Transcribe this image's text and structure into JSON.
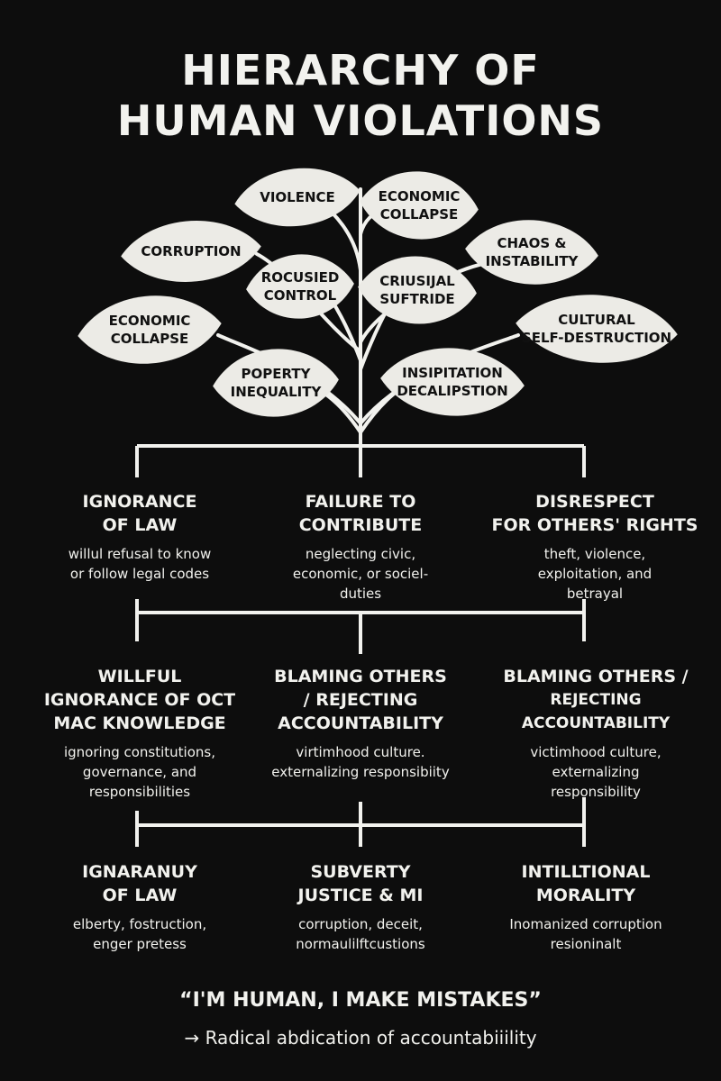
{
  "title": {
    "line1": "HIERARCHY OF",
    "line2": "HUMAN VIOLATIONS"
  },
  "leaves": [
    {
      "id": "violence",
      "lines": [
        "VIOLENCE"
      ]
    },
    {
      "id": "economic-collapse-top",
      "lines": [
        "ECONOMIC",
        "COLLAPSE"
      ]
    },
    {
      "id": "corruption",
      "lines": [
        "CORRUPTION"
      ]
    },
    {
      "id": "chaos",
      "lines": [
        "CHAOS &",
        "INSTABILITY"
      ]
    },
    {
      "id": "rocusied",
      "lines": [
        "ROCUSIED",
        "CONTROL"
      ]
    },
    {
      "id": "crusijal",
      "lines": [
        "CRIUSIJAL",
        "SUFTRIDE"
      ]
    },
    {
      "id": "economic-collapse-left",
      "lines": [
        "ECONOMIC",
        "COLLAPSE"
      ]
    },
    {
      "id": "cultural",
      "lines": [
        "CULTURAL",
        "SELF-DESTRUCTION"
      ]
    },
    {
      "id": "poperty",
      "lines": [
        "POPERTY",
        "INEQUALITY"
      ]
    },
    {
      "id": "insipitation",
      "lines": [
        "INSIPITATION",
        "DECALIPSTION"
      ]
    }
  ],
  "rows": [
    {
      "nodes": [
        {
          "head": [
            "IGNORANCE",
            "OF LAW"
          ],
          "desc": [
            "willul refusal to know",
            "or follow legal codes"
          ]
        },
        {
          "head": [
            "FAILURE TO",
            "CONTRIBUTE"
          ],
          "desc": [
            "neglecting civic,",
            "economic, or sociel-",
            "duties"
          ]
        },
        {
          "head": [
            "DISRESPECT",
            "FOR OTHERS' RIGHTS"
          ],
          "desc": [
            "theft, violence,",
            "exploitation, and",
            "betrayal"
          ]
        }
      ]
    },
    {
      "nodes": [
        {
          "head": [
            "WILLFUL",
            "IGNORANCE OF OCT",
            "MAC KNOWLEDGE"
          ],
          "desc": [
            "ignoring constitutions,",
            "governance, and",
            "responsibilities"
          ]
        },
        {
          "head": [
            "BLAMING OTHERS",
            "/ REJECTING",
            "ACCOUNTABILITY"
          ],
          "desc": [
            "virtimhood culture.",
            "externalizing responsibiity"
          ]
        },
        {
          "head": [
            "BLAMING OTHERS /",
            "REJECTING ACCOUNTABILITY"
          ],
          "desc": [
            "victimhood culture,",
            "externalizing",
            "responsibility"
          ]
        }
      ]
    },
    {
      "nodes": [
        {
          "head": [
            "IGNARANUY",
            "OF LAW"
          ],
          "desc": [
            "elberty, fostruction,",
            "enger pretess"
          ]
        },
        {
          "head": [
            "SUBVERTY",
            "JUSTICE & MI"
          ],
          "desc": [
            "corruption, deceit,",
            "normaulilftcustions"
          ]
        },
        {
          "head": [
            "INTILLTIONAL",
            "MORALITY"
          ],
          "desc": [
            "Inomanized corruption",
            "resioninalt"
          ]
        }
      ]
    }
  ],
  "footer": {
    "quote": "“I'M HUMAN, I MAKE MISTAKES”",
    "tagline": "→ Radical abdication of accountabiiility"
  },
  "colors": {
    "background": "#0d0d0d",
    "foreground": "#f2f2ee",
    "leaf_fill": "#ecebe6",
    "leaf_text": "#111111"
  }
}
